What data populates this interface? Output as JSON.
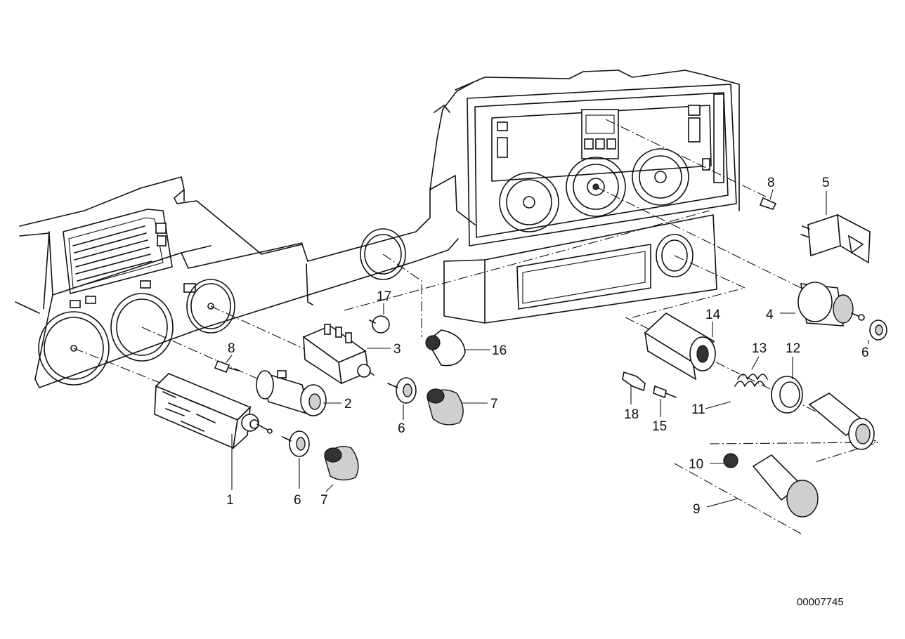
{
  "diagram": {
    "reference_number": "00007745",
    "callouts": [
      {
        "id": "c1",
        "label": "1"
      },
      {
        "id": "c2",
        "label": "2"
      },
      {
        "id": "c3",
        "label": "3"
      },
      {
        "id": "c4",
        "label": "4"
      },
      {
        "id": "c5",
        "label": "5"
      },
      {
        "id": "c6a",
        "label": "6"
      },
      {
        "id": "c6b",
        "label": "6"
      },
      {
        "id": "c6c",
        "label": "6"
      },
      {
        "id": "c7a",
        "label": "7"
      },
      {
        "id": "c7b",
        "label": "7"
      },
      {
        "id": "c8a",
        "label": "8"
      },
      {
        "id": "c8b",
        "label": "8"
      },
      {
        "id": "c9",
        "label": "9"
      },
      {
        "id": "c10",
        "label": "10"
      },
      {
        "id": "c11",
        "label": "11"
      },
      {
        "id": "c12",
        "label": "12"
      },
      {
        "id": "c13",
        "label": "13"
      },
      {
        "id": "c14",
        "label": "14"
      },
      {
        "id": "c15",
        "label": "15"
      },
      {
        "id": "c16",
        "label": "16"
      },
      {
        "id": "c17",
        "label": "17"
      },
      {
        "id": "c18",
        "label": "18"
      }
    ]
  }
}
